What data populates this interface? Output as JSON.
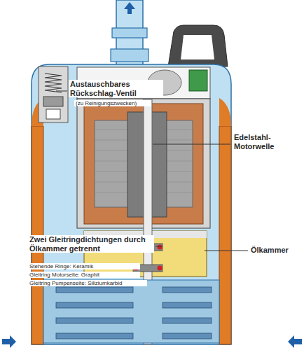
{
  "diagram": {
    "labels": [
      "Austauschbares Rückschlag-Ventil",
      "(zu Reinigungszwecken)",
      "Edelstahl-Motorwelle",
      "Zwei Gleitringdichtungen durch Ölkammer getrennt",
      "Stehende Ringe: Keramik",
      "Gleitring Motorseite: Graphit",
      "Gleitring Pumpenseite: Siliziumkarbid",
      "Ölkammer"
    ]
  }
}
